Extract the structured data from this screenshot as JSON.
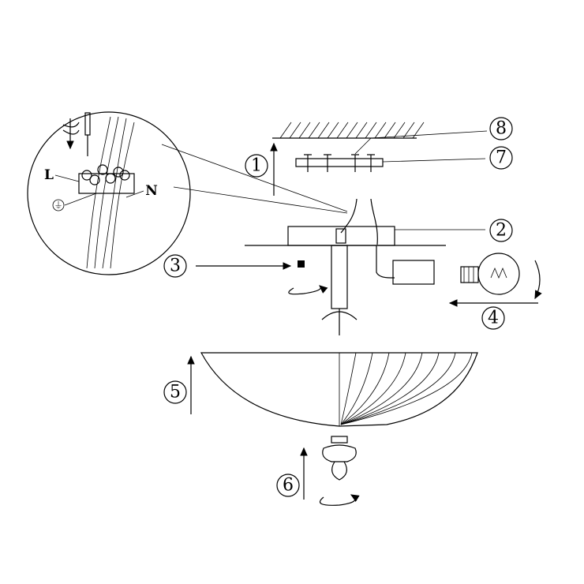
{
  "steps": {
    "s1": "1",
    "s2": "2",
    "s3": "3",
    "s4": "4",
    "s5": "5",
    "s6": "6",
    "s7": "7",
    "s8": "8"
  },
  "inset": {
    "live": "L",
    "neutral": "N",
    "ground_symbol": "⏚"
  },
  "icons": [
    "rotate-icon",
    "screwdriver-icon",
    "arrow-up-icon",
    "rotate-arrow-icon",
    "bulb-icon"
  ]
}
